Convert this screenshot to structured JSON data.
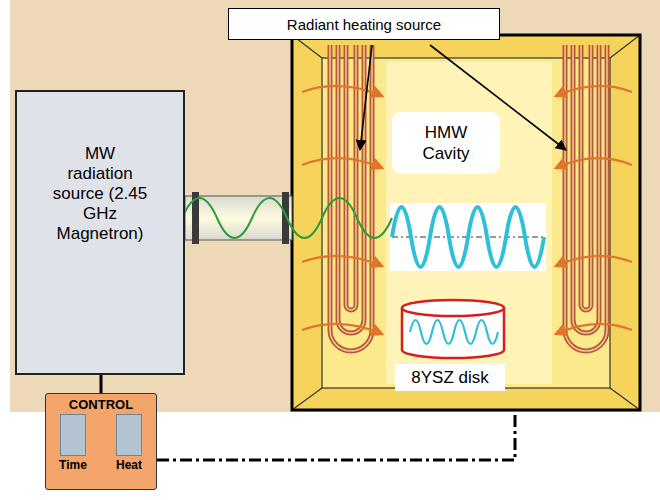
{
  "diagram": {
    "nodes": [
      {
        "text": [
          "Radiant heating source"
        ]
      },
      {
        "text": [
          "MW radiation source (2.45 GHz Magnetron)"
        ]
      },
      {
        "text": [
          "HMW Cavity"
        ]
      },
      {
        "text": [
          "8YSZ disk"
        ]
      },
      {
        "text": [
          "CONTROL"
        ]
      },
      {
        "text": [
          "Time"
        ],
        "in": 4
      },
      {
        "text": [
          "Heat"
        ],
        "in": 4
      }
    ],
    "edges": [
      {
        "from": 1,
        "to": 4,
        "arrow": "none"
      }
    ]
  }
}
